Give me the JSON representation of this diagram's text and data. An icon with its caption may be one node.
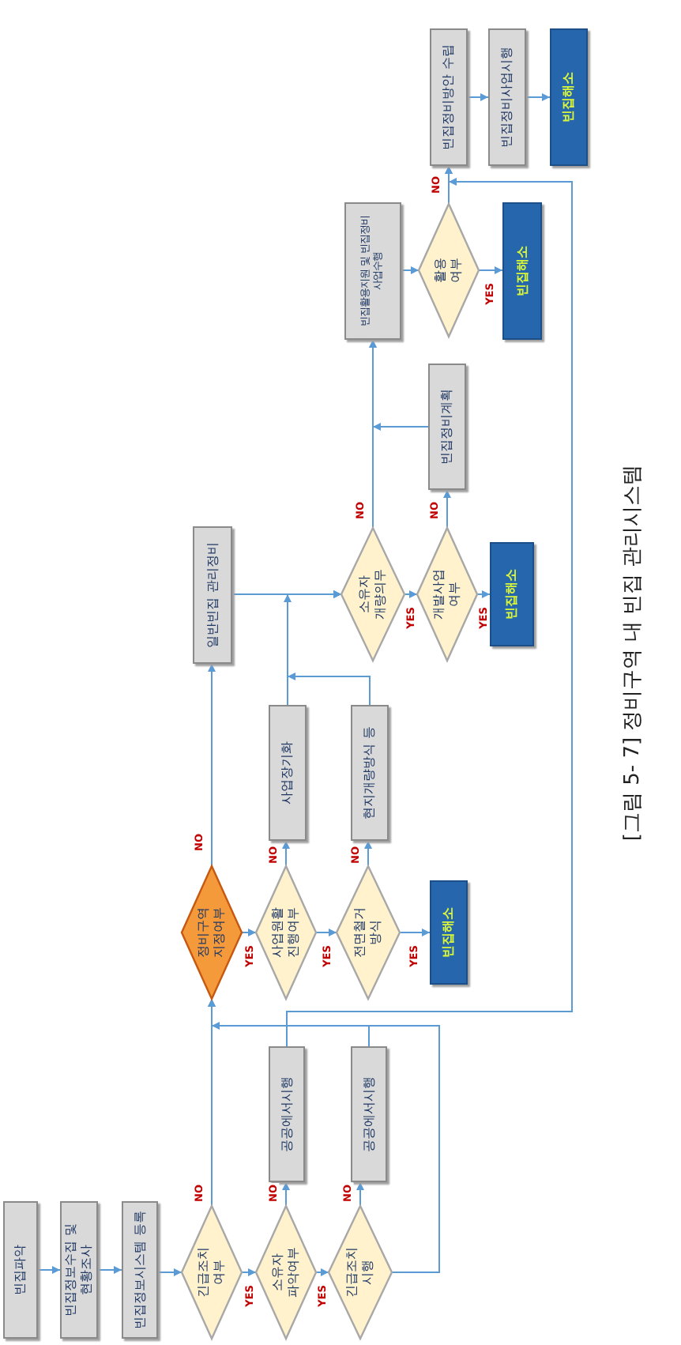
{
  "diagram": {
    "caption": "[그림 5- 7] 정비구역 내 빈집 관리시스템",
    "nodes": [
      {
        "text": [
          "빈집파악"
        ]
      },
      {
        "text": [
          "빈집정보수집 및 현황조사"
        ]
      },
      {
        "text": [
          "빈집정보시스템 등록"
        ]
      },
      {
        "text": [
          "긴급조치 여부"
        ]
      },
      {
        "text": [
          "소유자 파악여부"
        ]
      },
      {
        "text": [
          "긴급조치 시행"
        ]
      },
      {
        "text": [
          "공공에서시행"
        ]
      },
      {
        "text": [
          "공공에서시행"
        ]
      },
      {
        "text": [
          "정비구역 지정여부"
        ]
      },
      {
        "text": [
          "사업원활 진행여부"
        ]
      },
      {
        "text": [
          "전면철거 방식"
        ]
      },
      {
        "text": [
          "빈집해소"
        ]
      },
      {
        "text": [
          "사업장기화"
        ]
      },
      {
        "text": [
          "현지개량방식 등"
        ]
      },
      {
        "text": [
          "일반빈집 관리정비"
        ]
      },
      {
        "text": [
          "소유자 개량의무"
        ]
      },
      {
        "text": [
          "개발사업 여부"
        ]
      },
      {
        "text": [
          "빈집해소"
        ]
      },
      {
        "text": [
          "빈집정비계획"
        ]
      },
      {
        "text": [
          "빈집활용지원 및 빈집정비 사업수행"
        ]
      },
      {
        "text": [
          "활용 여부"
        ]
      },
      {
        "text": [
          "빈집해소"
        ]
      },
      {
        "text": [
          "빈집정비방안 수립"
        ]
      },
      {
        "text": [
          "빈집정비사업시행"
        ]
      },
      {
        "text": [
          "빈집해소"
        ]
      }
    ],
    "edges": [
      {
        "from": 0,
        "to": 1,
        "arrow": "to"
      },
      {
        "from": 1,
        "to": 2,
        "arrow": "to"
      },
      {
        "from": 2,
        "to": 3,
        "arrow": "to"
      },
      {
        "from": 3,
        "to": 4,
        "arrow": "to",
        "label": "YES"
      },
      {
        "from": 4,
        "to": 5,
        "arrow": "to",
        "label": "YES"
      },
      {
        "from": 3,
        "to": 8,
        "arrow": "to",
        "label": "NO"
      },
      {
        "from": 4,
        "to": 6,
        "arrow": "to",
        "label": "NO"
      },
      {
        "from": 5,
        "to": 7,
        "arrow": "to",
        "label": "NO"
      },
      {
        "from": 5,
        "to": 8,
        "arrow": "to"
      },
      {
        "from": 6,
        "to": 22,
        "arrow": "to"
      },
      {
        "from": 7,
        "to": 8,
        "arrow": "to"
      },
      {
        "from": 8,
        "to": 9,
        "arrow": "to",
        "label": "YES"
      },
      {
        "from": 9,
        "to": 10,
        "arrow": "to",
        "label": "YES"
      },
      {
        "from": 10,
        "to": 11,
        "arrow": "to",
        "label": "YES"
      },
      {
        "from": 8,
        "to": 14,
        "arrow": "to",
        "label": "NO"
      },
      {
        "from": 9,
        "to": 12,
        "arrow": "to",
        "label": "NO"
      },
      {
        "from": 10,
        "to": 13,
        "arrow": "to",
        "label": "NO"
      },
      {
        "from": 14,
        "to": 15,
        "arrow": "to"
      },
      {
        "from": 12,
        "to": 15,
        "arrow": "to"
      },
      {
        "from": 13,
        "to": 15,
        "arrow": "to"
      },
      {
        "from": 15,
        "to": 16,
        "arrow": "to",
        "label": "YES"
      },
      {
        "from": 15,
        "to": 19,
        "arrow": "to",
        "label": "NO"
      },
      {
        "from": 16,
        "to": 17,
        "arrow": "to",
        "label": "YES"
      },
      {
        "from": 16,
        "to": 18,
        "arrow": "to",
        "label": "NO"
      },
      {
        "from": 18,
        "to": 19,
        "arrow": "to"
      },
      {
        "from": 19,
        "to": 20,
        "arrow": "to"
      },
      {
        "from": 20,
        "to": 21,
        "arrow": "to",
        "label": "YES"
      },
      {
        "from": 20,
        "to": 22,
        "arrow": "to",
        "label": "NO"
      },
      {
        "from": 22,
        "to": 23,
        "arrow": "to"
      },
      {
        "from": 23,
        "to": 24,
        "arrow": "to"
      }
    ]
  }
}
